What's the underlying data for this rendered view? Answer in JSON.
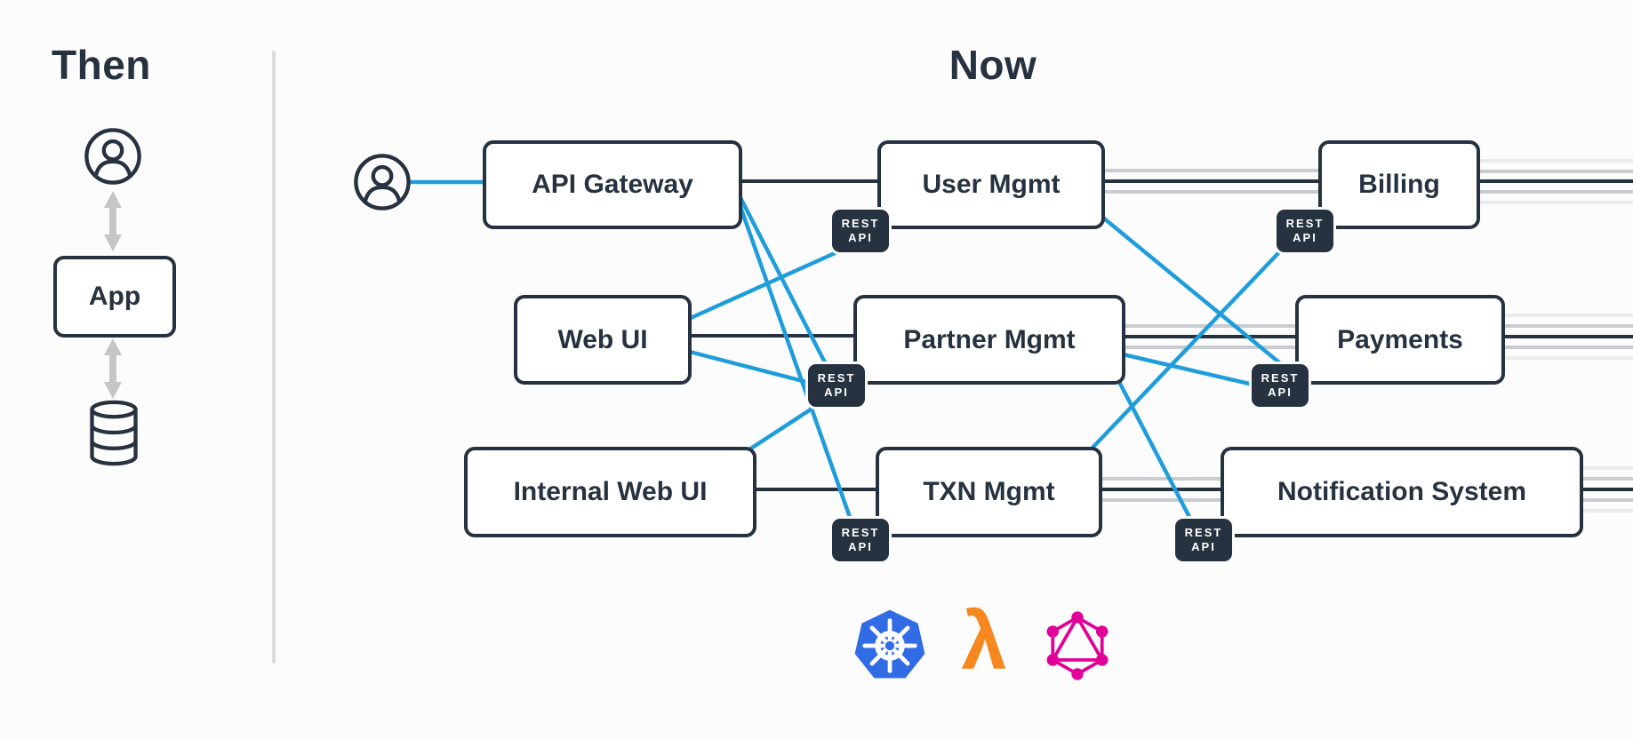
{
  "then": {
    "title": "Then",
    "app_label": "App",
    "user_icon": "user-icon",
    "database_icon": "database-icon",
    "flow": "user <-> App <-> database"
  },
  "now": {
    "title": "Now",
    "user_icon": "user-icon",
    "boxes": [
      {
        "id": "api-gateway",
        "label": "API Gateway"
      },
      {
        "id": "user-mgmt",
        "label": "User Mgmt"
      },
      {
        "id": "billing",
        "label": "Billing"
      },
      {
        "id": "web-ui",
        "label": "Web UI"
      },
      {
        "id": "partner-mgmt",
        "label": "Partner Mgmt"
      },
      {
        "id": "payments",
        "label": "Payments"
      },
      {
        "id": "internal-web-ui",
        "label": "Internal Web UI"
      },
      {
        "id": "txn-mgmt",
        "label": "TXN Mgmt"
      },
      {
        "id": "notification-system",
        "label": "Notification System"
      }
    ],
    "badge": {
      "line1": "REST",
      "line2": "API"
    },
    "badge_count": 6,
    "tech_icons": [
      "kubernetes-icon",
      "aws-lambda-icon",
      "graphql-icon"
    ]
  },
  "colors": {
    "ink_navy": "#263240",
    "accent_blue": "#1F9DDB",
    "line_gray": "#c9cdd2",
    "line_light_gray": "#e9ebed",
    "arrow_gray": "#c6c6c6",
    "divider_gray": "#dcdcdc",
    "kubernetes_blue": "#326CE5",
    "lambda_orange": "#F6881F",
    "graphql_pink": "#E10098",
    "badge_bg": "#263240",
    "badge_text": "#ffffff"
  }
}
